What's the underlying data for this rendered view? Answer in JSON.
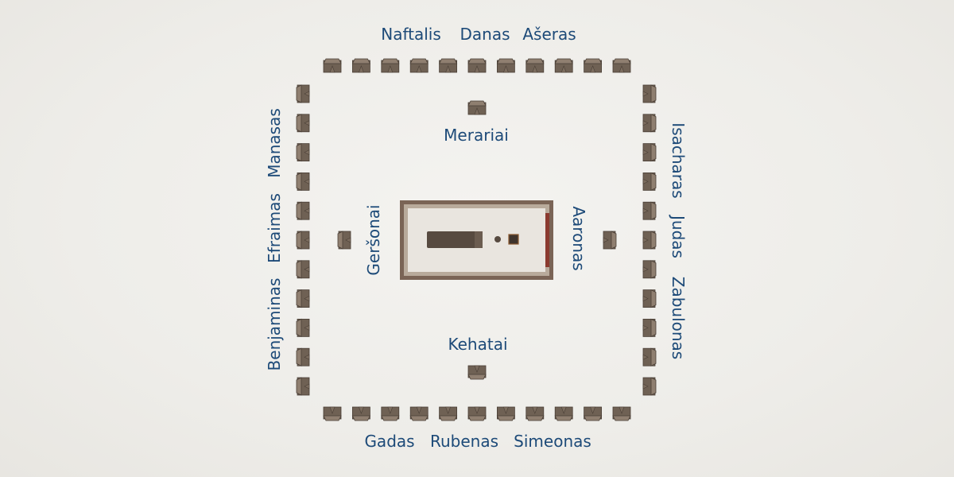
{
  "colors": {
    "label": "#1d4a78",
    "tent_top": "#8f7f70",
    "tent_front": "#6f6154",
    "tent_side": "#7c6d5f",
    "tent_outline": "#4a3f36",
    "tabernacle_frame": "#7a6456",
    "tabernacle_inner": "#e9e5df",
    "artifact": "#574a40"
  },
  "tribes": {
    "north": [
      "Naftalis",
      "Danas",
      "Ašeras"
    ],
    "south": [
      "Gadas",
      "Rubenas",
      "Simeonas"
    ],
    "west": [
      "Benjaminas",
      "Efraimas",
      "Manasas"
    ],
    "east": [
      "Isacharas",
      "Judas",
      "Zabulonas"
    ]
  },
  "levites": {
    "north": "Merariai",
    "south": "Kehatai",
    "west": "Geršonai",
    "east": "Aaronas"
  }
}
